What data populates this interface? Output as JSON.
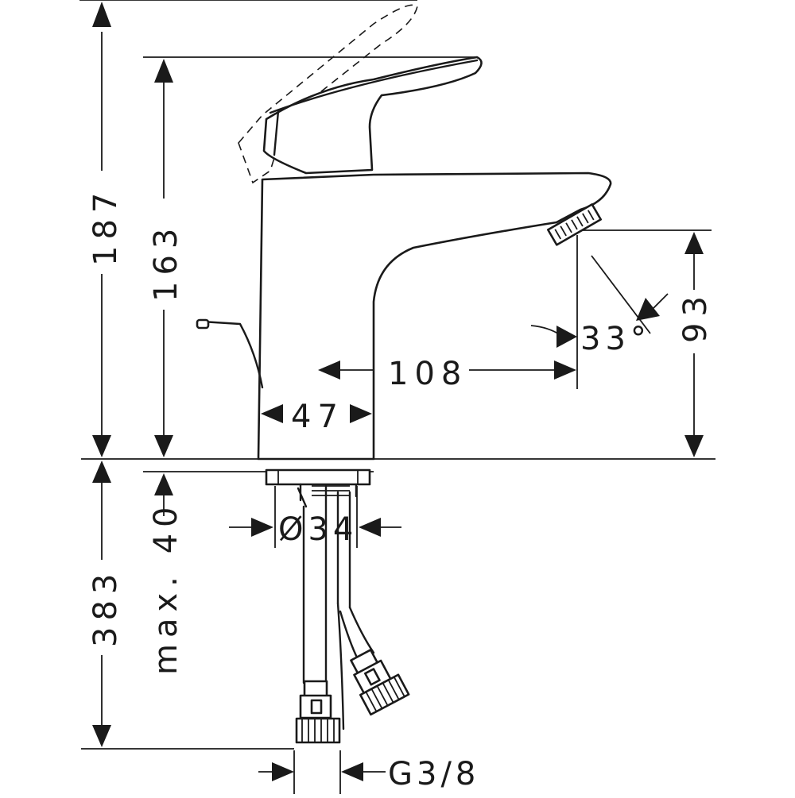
{
  "dimensions": {
    "total_height": "187",
    "spout_height": "163",
    "aerator_height": "93",
    "spray_angle": "33°",
    "projection": "108",
    "body_width": "47",
    "hole_diameter": "Ø34",
    "hose_length": "383",
    "max_thickness": "max. 40",
    "connection_thread": "G3/8"
  }
}
